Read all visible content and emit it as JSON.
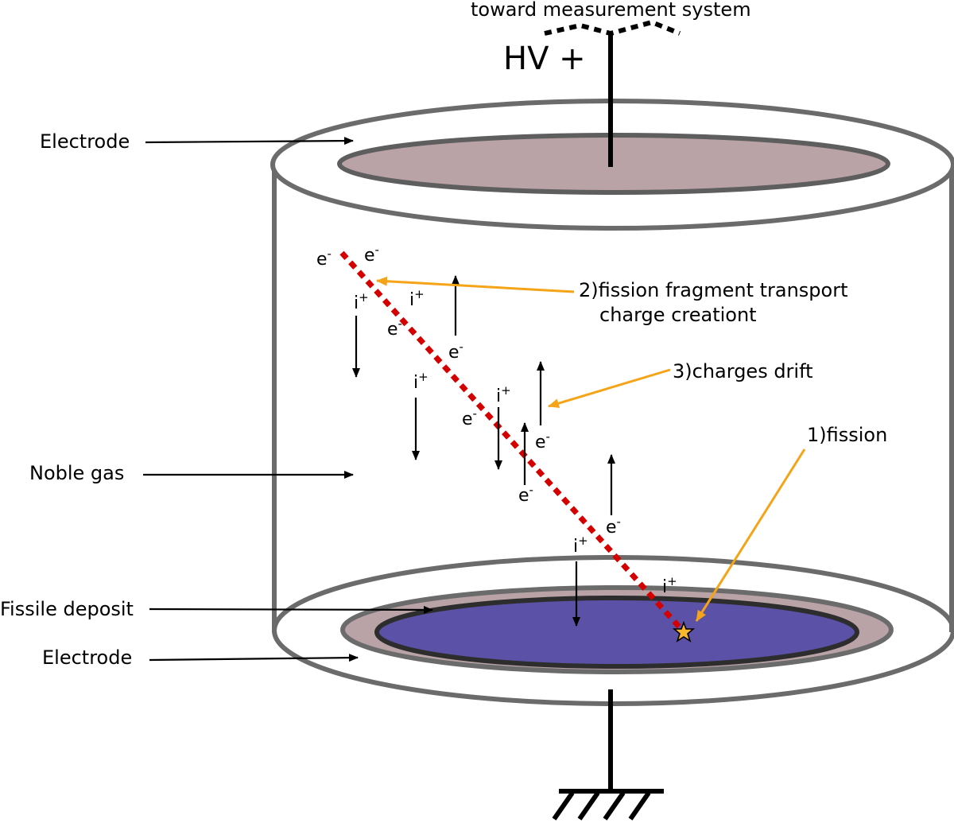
{
  "labels": {
    "toward_measurement": "toward measurement system",
    "hv": "HV +",
    "electrode_top": "Electrode",
    "noble_gas": "Noble gas",
    "fissile_deposit": "Fissile deposit",
    "electrode_bottom": "Electrode",
    "step1": "1)fission",
    "step2_line1": "2)fission fragment transport",
    "step2_line2": "charge creationt",
    "step3": "3)charges drift"
  },
  "charges": {
    "electron_base": "e",
    "electron_sup": "-",
    "ion_base": "i",
    "ion_sup": "+"
  },
  "colors": {
    "chamber_wall": "#6b6b6b",
    "electrode_fill": "#b9a3a6",
    "deposit_fill": "#5b52a8",
    "track": "#d40000",
    "annotation_arrow": "#f5a418",
    "star": "#f7b731"
  }
}
